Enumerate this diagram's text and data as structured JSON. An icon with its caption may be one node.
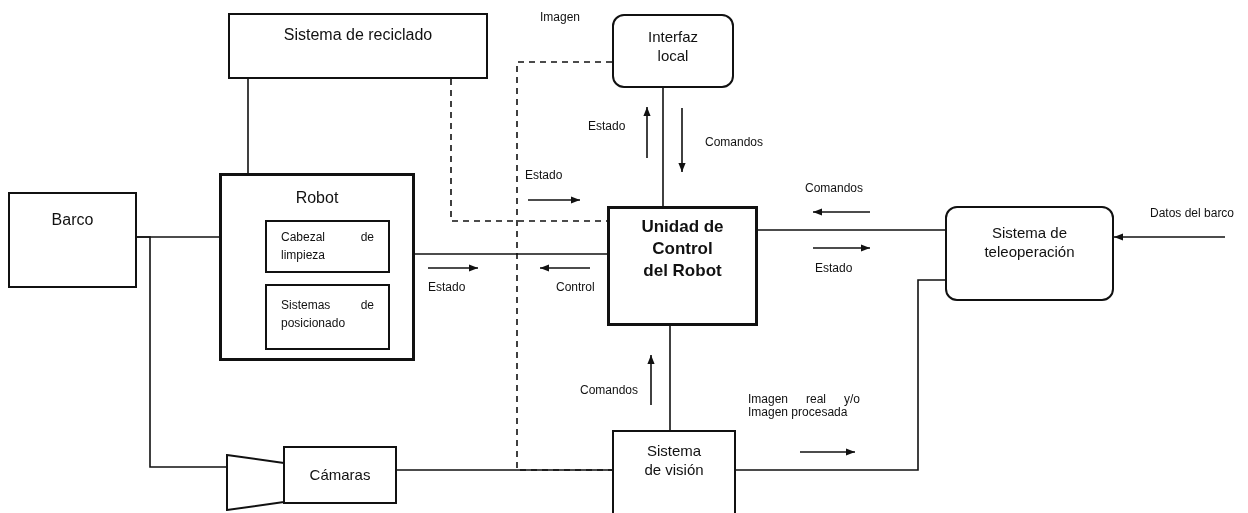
{
  "diagram": {
    "nodes": [
      {
        "text": [
          "Sistema de reciclado"
        ]
      },
      {
        "text": [
          "Interfaz local"
        ]
      },
      {
        "text": [
          "Barco"
        ]
      },
      {
        "text": [
          "Robot"
        ]
      },
      {
        "text": [
          "Cabezal de limpieza"
        ],
        "in": 3
      },
      {
        "text": [
          "Sistemas de posicionado"
        ],
        "in": 3
      },
      {
        "text": [
          "Unidad de Control del Robot"
        ]
      },
      {
        "text": [
          "Sistema de teleoperación"
        ]
      },
      {
        "text": [],
        "shape": "trapezoid"
      },
      {
        "text": [
          "Cámaras"
        ]
      },
      {
        "text": [
          "Sistema de visión"
        ]
      }
    ],
    "edges": [
      {
        "from": 0,
        "to": 4,
        "arrow": "none"
      },
      {
        "from": 0,
        "to": 6,
        "arrow": "none",
        "style": "dashed"
      },
      {
        "from": 1,
        "to": 10,
        "arrow": "none",
        "style": "dashed",
        "label": "Imagen"
      },
      {
        "from": 1,
        "to": 6,
        "arrow": "none"
      },
      {
        "from": 2,
        "to": 3,
        "arrow": "none"
      },
      {
        "from": 2,
        "to": 8,
        "arrow": "none"
      },
      {
        "from": 9,
        "to": 10,
        "arrow": "none"
      },
      {
        "from": 3,
        "to": 6,
        "arrow": "none"
      },
      {
        "from": 6,
        "to": 7,
        "arrow": "none"
      },
      {
        "from": 6,
        "to": 10,
        "arrow": "none"
      },
      {
        "from": 10,
        "to": 7,
        "arrow": "none"
      },
      {
        "from": null,
        "to": 7,
        "arrow": "to",
        "label": "Datos del barco"
      }
    ],
    "labels": [
      "Estado",
      "Comandos",
      "Estado",
      "Comandos",
      "Estado",
      "Estado",
      "Control",
      "Comandos",
      "Imagen real y/o Imagen procesada"
    ]
  }
}
